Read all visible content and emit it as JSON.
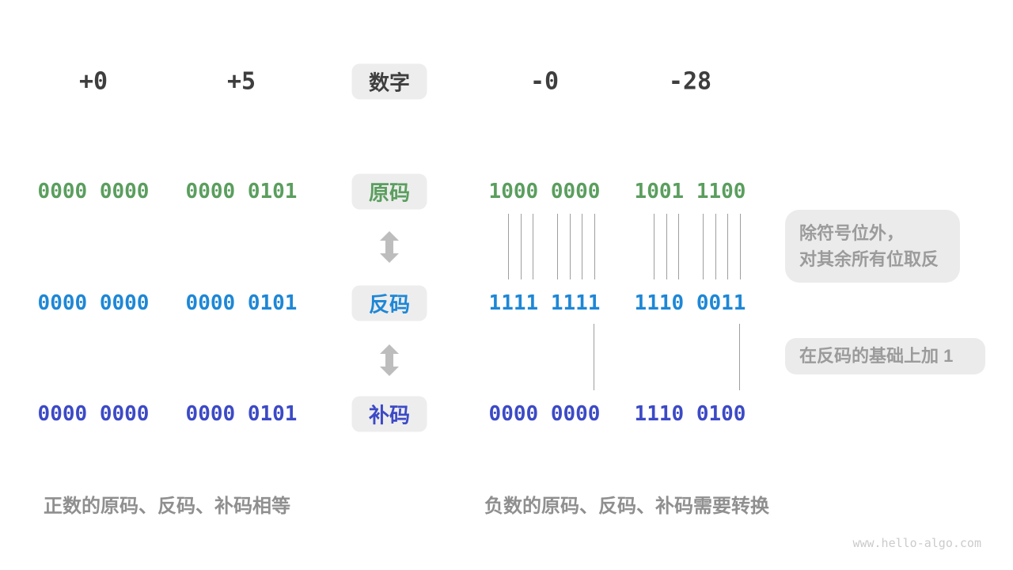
{
  "diagram": {
    "numbers": [
      "+0",
      "+5",
      "-0",
      "-28"
    ],
    "header_badge": "数字",
    "rows": [
      {
        "label": "原码",
        "color_key": "green",
        "values": [
          "0000 0000",
          "0000 0101",
          "1000 0000",
          "1001 1100"
        ]
      },
      {
        "label": "反码",
        "color_key": "blue",
        "values": [
          "0000 0000",
          "0000 0101",
          "1111 1111",
          "1110 0011"
        ]
      },
      {
        "label": "补码",
        "color_key": "indigo",
        "values": [
          "0000 0000",
          "0000 0101",
          "0000 0000",
          "1110 0100"
        ]
      }
    ],
    "callouts": [
      {
        "line1": "除符号位外，",
        "line2": "对其余所有位取反"
      },
      {
        "line1": "在反码的基础上加 1"
      }
    ],
    "captions": {
      "positive": "正数的原码、反码、补码相等",
      "negative": "负数的原码、反码、补码需要转换"
    },
    "watermark": "www.hello-algo.com"
  },
  "colors": {
    "text-dark": "#3E3E3E",
    "green": "#5A9E5E",
    "blue": "#1E87D6",
    "indigo": "#3C4AC6",
    "badge-bg": "#EDEDED",
    "callout-bg": "#EBEBEB",
    "gray-text": "#9B9B9B",
    "caption-text": "#8F8F8F",
    "arrow": "#BDBDBD",
    "line": "#9E9E9E",
    "watermark": "#CBCBCB"
  }
}
